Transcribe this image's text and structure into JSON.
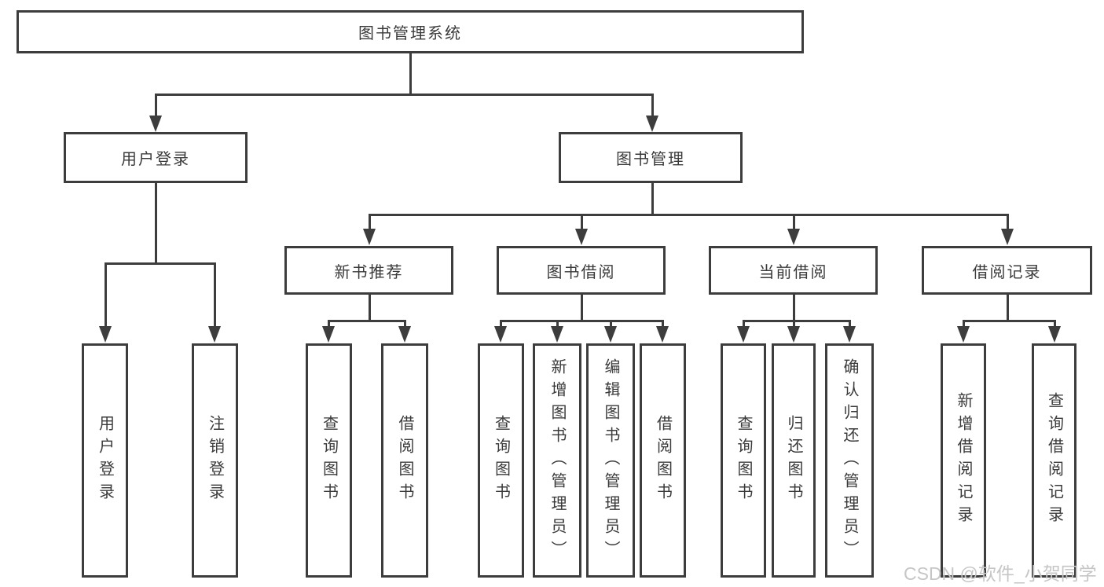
{
  "tree": {
    "label": "图书管理系统",
    "children": [
      {
        "label": "用户登录",
        "children": [
          {
            "label": "用户登录"
          },
          {
            "label": "注销登录"
          }
        ]
      },
      {
        "label": "图书管理",
        "children": [
          {
            "label": "新书推荐",
            "children": [
              {
                "label": "查询图书"
              },
              {
                "label": "借阅图书"
              }
            ]
          },
          {
            "label": "图书借阅",
            "children": [
              {
                "label": "查询图书"
              },
              {
                "label": "新增图书（管理员）"
              },
              {
                "label": "编辑图书（管理员）"
              },
              {
                "label": "借阅图书"
              }
            ]
          },
          {
            "label": "当前借阅",
            "children": [
              {
                "label": "查询图书"
              },
              {
                "label": "归还图书"
              },
              {
                "label": "确认归还（管理员）"
              }
            ]
          },
          {
            "label": "借阅记录",
            "children": [
              {
                "label": "新增借阅记录"
              },
              {
                "label": "查询借阅记录"
              }
            ]
          }
        ]
      }
    ]
  },
  "watermark": {
    "text": "CSDN @软件_小贺同学"
  },
  "colors": {
    "line": "#3d3d3d",
    "text": "#3a3a3a",
    "background": "#ffffff",
    "watermark": "#c6c6c6"
  }
}
